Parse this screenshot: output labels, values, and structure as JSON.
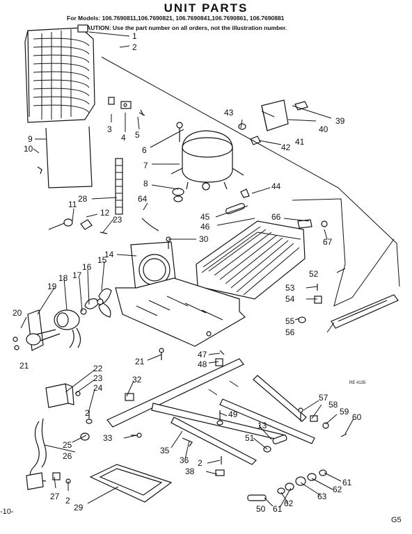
{
  "title": "UNIT PARTS",
  "models_line": "For Models: 106.7690811,106.7690821, 106.7690841,106.7690861, 106.7690881",
  "caution_line": "CAUTION: Use the part number on all orders, not the illustration number.",
  "drawing_stamp": "RE 4135",
  "page_left_marker": "-10-",
  "page_right_marker": "G5",
  "callouts": [
    "1",
    "2",
    "3",
    "4",
    "5",
    "6",
    "7",
    "8",
    "9",
    "10",
    "11",
    "12",
    "23",
    "28",
    "64",
    "43",
    "39",
    "40",
    "41",
    "42",
    "44",
    "45",
    "46",
    "66",
    "67",
    "14",
    "30",
    "15",
    "16",
    "17",
    "18",
    "19",
    "20",
    "21",
    "52",
    "53",
    "54",
    "55",
    "56",
    "21",
    "47",
    "48",
    "22",
    "23",
    "24",
    "32",
    "2",
    "25",
    "26",
    "27",
    "2",
    "29",
    "33",
    "35",
    "36",
    "2",
    "38",
    "49",
    "13",
    "51",
    "57",
    "58",
    "59",
    "60",
    "61",
    "62",
    "63",
    "50",
    "61",
    "62"
  ]
}
